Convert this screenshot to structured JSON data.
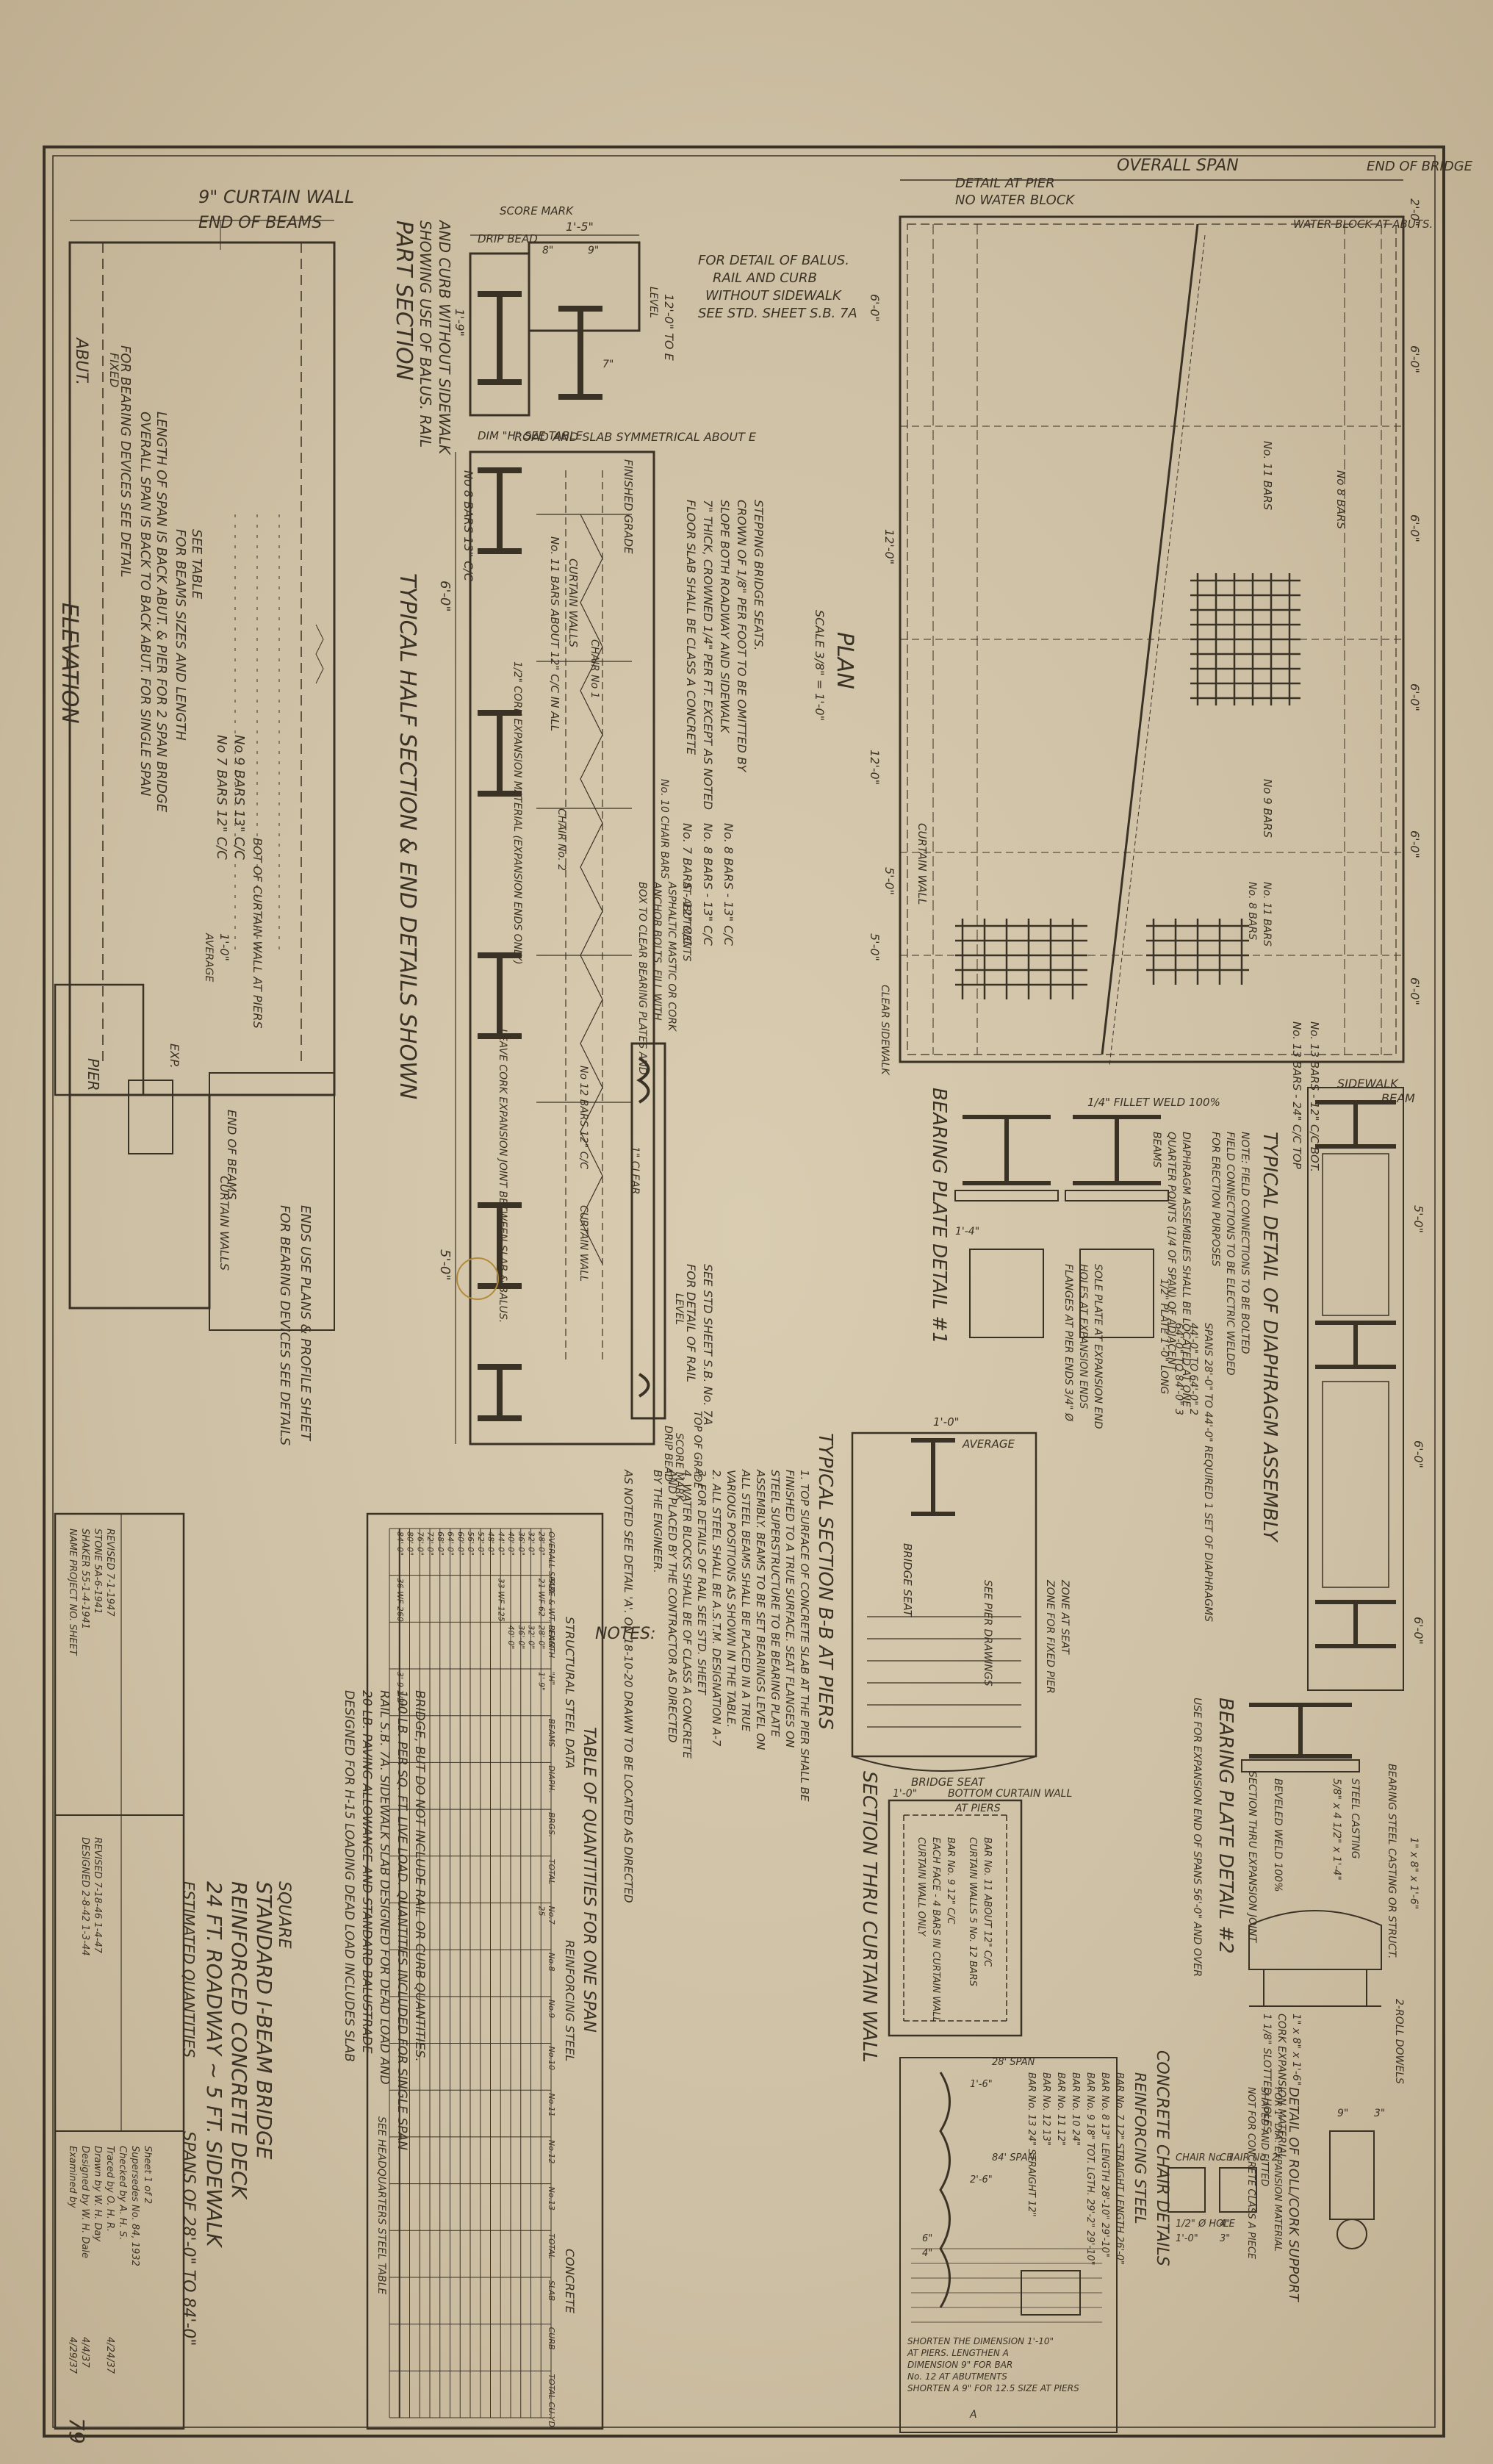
{
  "sheet_number": "79",
  "elevation": {
    "title": "ELEVATION",
    "curtain_wall": "9\" CURTAIN WALL",
    "end_of_beams": "END OF BEAMS",
    "abut": "ABUT.",
    "fixed": "FIXED",
    "pier": "PIER",
    "exp": "EXP.",
    "curtain_walls": "CURTAIN WALLS",
    "end_of_beams_2": "END OF BEAMS",
    "notes": [
      "FOR BEARING DEVICES SEE DETAIL",
      "OVERALL SPAN IS BACK TO BACK ABUT. FOR SINGLE SPAN",
      "LENGTH OF SPAN IS BACK ABUT. & PIER FOR 2 SPAN BRIDGE",
      "FOR BEAMS SIZES AND LENGTH",
      "SEE TABLE",
      "No 7 BARS 12\" C/C",
      "No 9 BARS 13\" C/C",
      "BOT OF CURTAIN WALL AT PIERS",
      "1'-0\"",
      "AVERAGE",
      "FOR BEARING DEVICES SEE DETAILS",
      "ENDS USE PLANS & PROFILE SHEET"
    ]
  },
  "part_section": {
    "title": "PART SECTION",
    "sub1": "SHOWING USE OF BALUS. RAIL",
    "sub2": "AND CURB WITHOUT SIDEWALK",
    "labels": [
      "SCORE MARK",
      "DRIP BEAD",
      "1'-5\"",
      "8\"",
      "9\"",
      "LEVEL",
      "1'-9\"",
      "12'-0\" TO E",
      "7\"",
      "DIM \"H\" SEE TABLE"
    ],
    "note1": "FOR DETAIL OF BALUS.",
    "note2": "RAIL AND CURB",
    "note3": "WITHOUT SIDEWALK",
    "note4": "SEE STD. SHEET S.B. 7A"
  },
  "half_section": {
    "title": "TYPICAL HALF SECTION & END DETAILS SHOWN",
    "labels": [
      "ROAD AND SLAB SYMMETRICAL ABOUT E",
      "FINISHED GRADE",
      "No. 11 BARS ABOUT 12\" C/C IN ALL",
      "CURTAIN WALLS",
      "No 8 BARS 13\" C/C",
      "CHAIR No 1",
      "6'-0\"",
      "CHAIR No. 2",
      "No. 10 CHAIR BARS",
      "1/2\" CORK EXPANSION MATERIAL (EXPANSION ENDS ONLY)",
      "LEAVE CORK EXPANSION JOINT BETWEEN SLAB & BALUS.",
      "5'-0\"",
      "CURTAIN WALL",
      "LEVEL",
      "SCORE MARK",
      "TOP OF GRADE",
      "DRIP BEAD",
      "1\" CLEAR",
      "No 12 BARS 12\" C/C",
      "FOR DETAIL OF RAIL",
      "SEE STD SHEET S.B. No. 7A"
    ],
    "floor_note": [
      "FLOOR SLAB SHALL BE CLASS A CONCRETE",
      "7\" THICK, CROWNED 1/4\" PER FT. EXCEPT AS NOTED",
      "SLOPE BOTH ROADWAY AND SIDEWALK",
      "CROWN OF 1/8\" PER FOOT TO BE OMITTED BY",
      "STEPPING BRIDGE SEATS."
    ],
    "bars_note": [
      "No. 7 BARS - 12\" C/C",
      "No. 8 BARS - 13\" C/C",
      "No. 8 BARS - 13\" C/C"
    ],
    "box_note": [
      "BOX TO CLEAR BEARING PLATES AND",
      "ANCHOR BOLTS. FILL WITH",
      "ASPHALTIC MASTIC OR CORK",
      "AT ABUTMENTS"
    ]
  },
  "plan": {
    "title": "PLAN",
    "scale": "SCALE 3/8\" = 1'-0\"",
    "overall_span": "OVERALL SPAN",
    "end_of_bridge": "END OF BRIDGE",
    "detail_at_pier": "DETAIL AT PIER",
    "no_water_block": "NO WATER BLOCK",
    "water_block": "WATER BLOCK AT ABUTS.",
    "dims": [
      "2'-0\"",
      "6'-0\"",
      "6'-0\"",
      "6'-0\"",
      "6'-0\"",
      "6'-0\"",
      "5'-0\"",
      "6'-0\"",
      "12'-0\"",
      "12'-0\"",
      "5'-0\""
    ],
    "labels": [
      "No 8 BARS",
      "No. 11 BARS",
      "CURTAIN WALL",
      "No 9 BARS",
      "No. 11 BARS",
      "No. 8 BARS",
      "No. 13 BARS - 24\" C/C TOP",
      "No. 13 BARS - 12\" C/C BOT.",
      "CLEAR SIDEWALK"
    ]
  },
  "diaphragm": {
    "title": "TYPICAL DETAIL OF DIAPHRAGM ASSEMBLY",
    "sidewalk": "SIDEWALK",
    "beam": "BEAM",
    "notes": [
      "NOTE: FIELD CONNECTIONS TO BE BOLTED",
      "FIELD CONNECTIONS TO BE ELECTRIC WELDED",
      "FOR ERECTION PURPOSES",
      "DIAPHRAGM ASSEMBLIES SHALL BE LOCATED AT ONE",
      "QUARTER POINTS (1/4 OF SPAN) OF ADJACENT",
      "BEAMS"
    ],
    "spans": [
      "SPANS 28'-0\" TO 44'-0\"  REQUIRED 1 SET OF DIAPHRAGMS",
      "44'-0\" TO 64'-0\"  2",
      "64'-0\" TO 84'-0\"  3"
    ],
    "dims": [
      "5'-0\"",
      "6'-0\"",
      "6'-0\""
    ]
  },
  "bearing_plate_1": {
    "title": "BEARING PLATE DETAIL #1",
    "labels": [
      "1/4\" FILLET WELD 100%",
      "FLANGES AT PIER ENDS 3/4\" Ø",
      "HOLES AT EXPANSION ENDS",
      "SOLE PLATE AT EXPANSION END",
      "1/2\" PLATE 1'-0\" LONG",
      "1'-4\""
    ]
  },
  "bearing_plate_2": {
    "title": "BEARING PLATE DETAIL #2",
    "labels": [
      "BEARING STEEL CASTING OR STRUCT.",
      "1\" x 8\" x 1'-6\"",
      "STEEL CASTING",
      "5/8\" x 4 1/2\" x 1'-4\"",
      "BEVELED WELD 100%",
      "SECTION THRU EXPANSION JOINT",
      "1\" x 8\" x 1'-6\"",
      "CORK EXPANSION MATERIAL",
      "1 1/8\" SLOTTED HOLES",
      "USE FOR EXPANSION END OF SPANS 56'-0\" AND OVER",
      "2-ROLL DOWELS",
      "9\"",
      "3\""
    ],
    "chair_title": "DETAIL OF ROLL/CORK SUPPORT",
    "chair_notes": [
      "FOR 1\" DIA. EXPANSION MATERIAL",
      "SHAPED AND FITTED",
      "NOT FOR CONCRETE CLASS A PIECE"
    ]
  },
  "section_bb": {
    "title": "TYPICAL SECTION B-B AT PIERS",
    "labels": [
      "1'-0\"",
      "AVERAGE",
      "BRIDGE SEAT",
      "ZONE FOR FIXED PIER",
      "SEE PIER DRAWINGS",
      "ZONE AT SEAT"
    ]
  },
  "section_curtain": {
    "title": "SECTION THRU CURTAIN WALL",
    "labels": [
      "BRIDGE SEAT",
      "1'-0\"",
      "BOTTOM CURTAIN WALL",
      "AT PIERS",
      "BAR No. 11 ABOUT 12\" C/C",
      "CURTAIN WALLS 5 No. 12 BARS",
      "BAR No. 9 12\" C/C",
      "EACH FACE - 4 BARS IN CURTAIN WALL",
      "CURTAIN WALL ONLY"
    ]
  },
  "concrete_chair": {
    "title": "CONCRETE CHAIR DETAILS",
    "labels": [
      "CHAIR No. 1",
      "CHAIR No. 2",
      "1/2\" Ø HOLE",
      "1'-0\"",
      "4\"",
      "3\""
    ]
  },
  "reinforcing_steel": {
    "title": "REINFORCING STEEL",
    "rows": [
      "BAR No. 7  12\"  STRAIGHT   LENGTH 26'-0\"",
      "BAR No. 8  13\"  LENGTH  28'-10\" 29'-10\"",
      "BAR No. 9  18\"  TOT. LGTH. 29'-2\"  29'-10\"",
      "BAR No. 10  24\"",
      "BAR No. 11  12\"",
      "BAR No. 12  13\"",
      "BAR No. 13  24\" STRAIGHT  12\""
    ],
    "spans": [
      "28' SPAN",
      "84' SPAN"
    ],
    "bent_labels": [
      "1'-6\"",
      "2'-6\"",
      "6\"",
      "4\"",
      "A"
    ],
    "footnote": [
      "SHORTEN THE DIMENSION 1'-10\"",
      "AT PIERS. LENGTHEN A",
      "DIMENSION 9\" FOR BAR",
      "No. 12 AT ABUTMENTS",
      "SHORTEN A 9\" FOR 12.5 SIZE AT PIERS"
    ]
  },
  "notes_block": {
    "title": "NOTES:",
    "items": [
      "1. TOP SURFACE OF CONCRETE SLAB AT THE PIER SHALL BE",
      "FINISHED TO A TRUE SURFACE. SEAT FLANGES ON",
      "STEEL SUPERSTRUCTURE TO BE BEARING PLATE",
      "ASSEMBLY. BEAMS TO BE SET BEARINGS LEVEL ON",
      "ALL STEEL BEAMS SHALL BE PLACED IN A TRUE",
      "VARIOUS POSITIONS AS SHOWN IN THE TABLE.",
      "2. ALL STEEL SHALL BE A.S.T.M. DESIGNATION A-7",
      "3. FOR DETAILS OF RAIL SEE STD. SHEET",
      "4. WATER BLOCKS SHALL BE OF CLASS A CONCRETE",
      "AND PLACED BY THE CONTRACTOR AS DIRECTED",
      "BY THE ENGINEER.",
      "AS NOTED SEE DETAIL 'A'. ON 18-10-20 DRAWN TO BE LOCATED AS DIRECTED"
    ]
  },
  "design_note": [
    "DESIGNED FOR H-15 LOADING DEAD LOAD INCLUDES SLAB",
    "20 LB. PAVING ALLOWANCE AND STANDARD BALUSTRADE",
    "RAIL S.B. 7A. SIDEWALK SLAB DESIGNED FOR DEAD LOAD AND",
    "100 LB. PER SQ. FT. LIVE LOAD. QUANTITIES INCLUDED FOR SINGLE SPAN",
    "BRIDGE, BUT DO NOT INCLUDE RAIL OR CURB QUANTITIES."
  ],
  "quantities_table": {
    "title": "TABLE OF QUANTITIES FOR ONE SPAN",
    "sub": "STRUCTURAL STEEL DATA",
    "sub2": "REINFORCING STEEL",
    "sub3": "CONCRETE",
    "headers": [
      "OVERALL SPAN",
      "SIZE & WT. BEAM",
      "LENGTH",
      "\"H\"",
      "BEAMS",
      "DIAPH.",
      "BRGS.",
      "TOTAL",
      "No.7",
      "No.8",
      "No.9",
      "No.10",
      "No.11",
      "No.12",
      "No.13",
      "TOTAL",
      "SLAB",
      "CURB",
      "TOTAL CU.YD."
    ],
    "rows": [
      [
        "28'-0\"",
        "21 WF 62",
        "28'-0\"",
        "1'-9\"",
        "",
        "",
        "",
        "",
        "25",
        "",
        "",
        "",
        "",
        "",
        "",
        "",
        "",
        "",
        ""
      ],
      [
        "32'-0\"",
        "",
        "32'-0\"",
        "",
        "",
        "",
        "",
        "",
        "",
        "",
        "",
        "",
        "",
        "",
        "",
        "",
        "",
        "",
        ""
      ],
      [
        "36'-0\"",
        "",
        "36'-0\"",
        "",
        "",
        "",
        "",
        "",
        "",
        "",
        "",
        "",
        "",
        "",
        "",
        "",
        "",
        "",
        ""
      ],
      [
        "40'-0\"",
        "",
        "40'-0\"",
        "",
        "",
        "",
        "",
        "",
        "",
        "",
        "",
        "",
        "",
        "",
        "",
        "",
        "",
        "",
        ""
      ],
      [
        "44'-0\"",
        "33 WF 125",
        "",
        "",
        "",
        "",
        "",
        "",
        "",
        "",
        "",
        "",
        "",
        "",
        "",
        "",
        "",
        "",
        ""
      ],
      [
        "48'-0\"",
        "",
        "",
        "",
        "",
        "",
        "",
        "",
        "",
        "",
        "",
        "",
        "",
        "",
        "",
        "",
        "",
        "",
        ""
      ],
      [
        "52'-0\"",
        "",
        "",
        "",
        "",
        "",
        "",
        "",
        "",
        "",
        "",
        "",
        "",
        "",
        "",
        "",
        "",
        "",
        ""
      ],
      [
        "56'-0\"",
        "",
        "",
        "",
        "",
        "",
        "",
        "",
        "",
        "",
        "",
        "",
        "",
        "",
        "",
        "",
        "",
        "",
        ""
      ],
      [
        "60'-0\"",
        "",
        "",
        "",
        "",
        "",
        "",
        "",
        "",
        "",
        "",
        "",
        "",
        "",
        "",
        "",
        "",
        "",
        ""
      ],
      [
        "64'-0\"",
        "",
        "",
        "",
        "",
        "",
        "",
        "",
        "",
        "",
        "",
        "",
        "",
        "",
        "",
        "",
        "",
        "",
        ""
      ],
      [
        "68'-0\"",
        "",
        "",
        "",
        "",
        "",
        "",
        "",
        "",
        "",
        "",
        "",
        "",
        "",
        "",
        "",
        "",
        "",
        ""
      ],
      [
        "72'-0\"",
        "",
        "",
        "",
        "",
        "",
        "",
        "",
        "",
        "",
        "",
        "",
        "",
        "",
        "",
        "",
        "",
        "",
        ""
      ],
      [
        "76'-0\"",
        "",
        "",
        "",
        "",
        "",
        "",
        "",
        "",
        "",
        "",
        "",
        "",
        "",
        "",
        "",
        "",
        "",
        ""
      ],
      [
        "80'-0\"",
        "",
        "",
        "",
        "",
        "",
        "",
        "",
        "",
        "",
        "",
        "",
        "",
        "",
        "",
        "",
        "",
        "",
        ""
      ],
      [
        "84'-0\"",
        "36 WF 260",
        "",
        "3'-9 1/2\"",
        "",
        "",
        "",
        "",
        "",
        "",
        "",
        "",
        "",
        "",
        "",
        "",
        "",
        "",
        ""
      ]
    ],
    "footer": "SEE HEADQUARTERS STEEL TABLE"
  },
  "estimated_quantities": {
    "title": "ESTIMATED QUANTITIES",
    "rows": [
      "NAME  PROJECT NO.  SHEET",
      "SHAKER  55-1-4-1941",
      "STONE  5A-6-1941",
      "REVISED 7-1-1947",
      "DESIGNED  2-8-42  1-3-44",
      "REVISED  7-18-46  1-4-47"
    ]
  },
  "title_block": {
    "line1": "SQUARE",
    "line2": "STANDARD I-BEAM BRIDGE",
    "line3": "REINFORCED CONCRETE DECK",
    "line4": "24 FT. ROADWAY ~ 5 FT. SIDEWALK",
    "line5": "SPANS OF 28'-0\" TO 84'-0\"",
    "credits": [
      "Examined by",
      "Designed by  W. H. Dale",
      "Drawn by  W. H. Day",
      "Traced by  O. H. R.",
      "Checked by  A. H. S.",
      "Supersedes  No. 84, 1932",
      "Sheet  1  of  2"
    ],
    "dates": [
      "4/29/37",
      "4/4/37",
      "",
      "4/24/37",
      "",
      ""
    ]
  },
  "colors": {
    "paper": "#d3c5a9",
    "ink": "#3b3226"
  }
}
